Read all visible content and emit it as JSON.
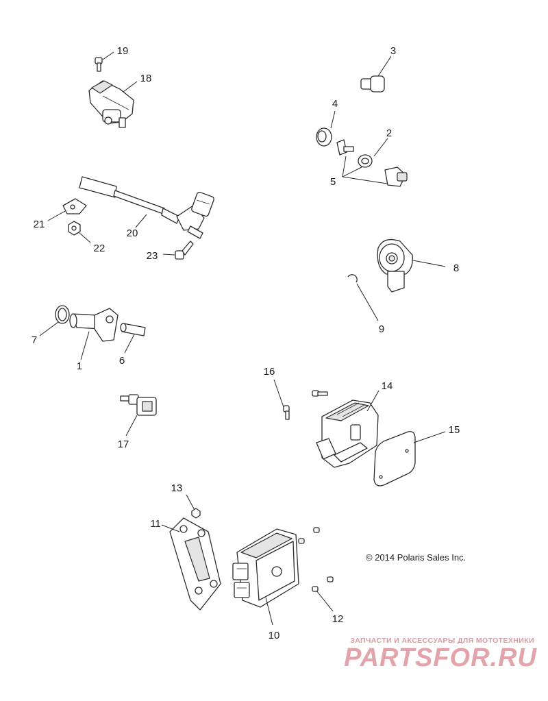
{
  "diagram": {
    "callouts": [
      "1",
      "2",
      "3",
      "4",
      "5",
      "6",
      "7",
      "8",
      "9",
      "10",
      "11",
      "12",
      "13",
      "14",
      "15",
      "16",
      "17",
      "18",
      "19",
      "20",
      "21",
      "22",
      "23"
    ],
    "copyright": "© 2014 Polaris Sales Inc.",
    "watermark": {
      "tagline": "ЗАПЧАСТИ И АКСЕССУАРЫ ДЛЯ МОТОТЕХНИКИ",
      "brand": "PARTSFOR.RU"
    }
  }
}
